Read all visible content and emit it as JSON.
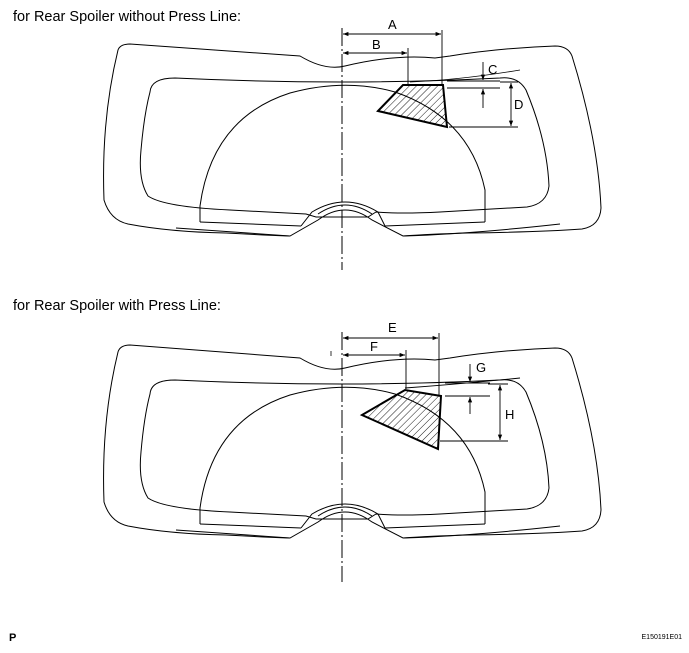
{
  "captions": {
    "top": "for Rear Spoiler without Press Line:",
    "bottom": "for Rear Spoiler with Press Line:"
  },
  "figure_top": {
    "label_a": "A",
    "label_b": "B",
    "label_c": "C",
    "label_d": "D"
  },
  "figure_bottom": {
    "label_e": "E",
    "label_f": "F",
    "label_g": "G",
    "label_h": "H"
  },
  "corner": {
    "left_mark": "P",
    "figure_id": "E150191E01"
  }
}
